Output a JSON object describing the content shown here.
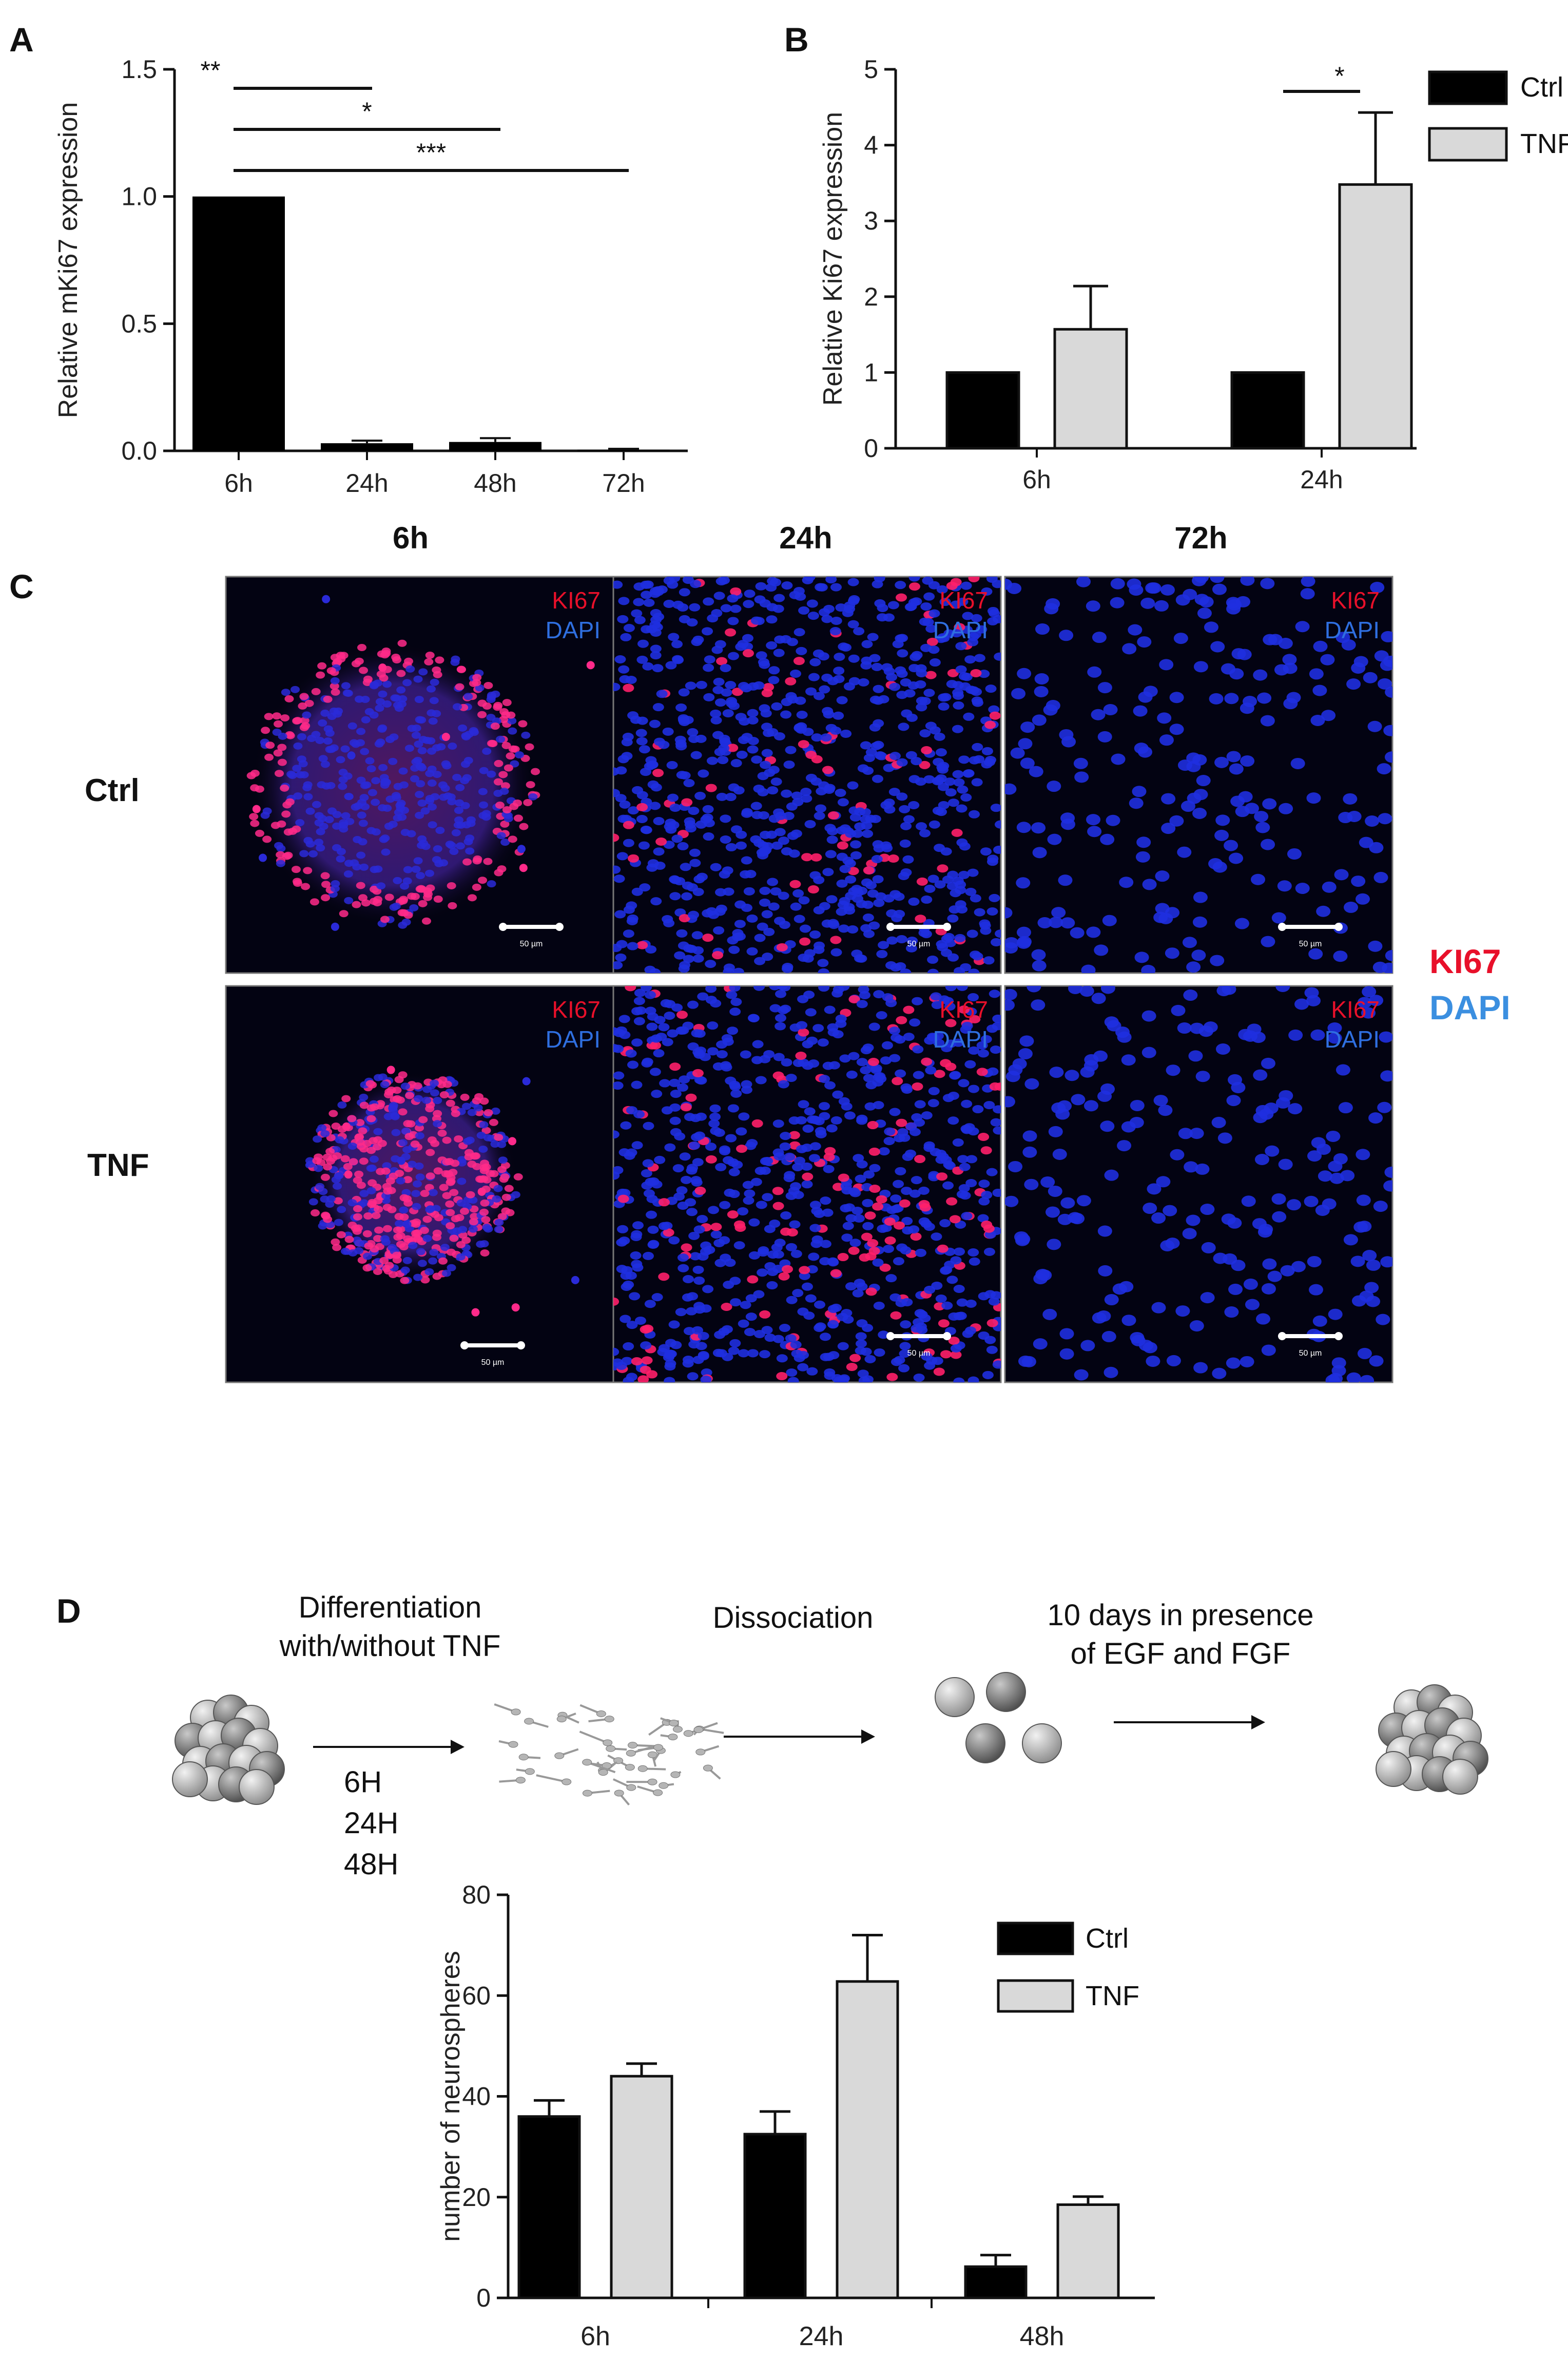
{
  "chart_data": [
    {
      "panel": "A",
      "type": "bar",
      "ylabel": "Relative mKi67 expression",
      "categories": [
        "6h",
        "24h",
        "48h",
        "72h"
      ],
      "values": [
        1.0,
        0.03,
        0.035,
        0.005
      ],
      "errors": [
        0,
        0.01,
        0.015,
        0.003
      ],
      "ylim": [
        0,
        1.5
      ],
      "yticks": [
        "0.0",
        "0.5",
        "1.0",
        "1.5"
      ],
      "significance": [
        {
          "from": "6h",
          "to": "24h",
          "label": "**"
        },
        {
          "from": "6h",
          "to": "48h",
          "label": "*"
        },
        {
          "from": "6h",
          "to": "72h",
          "label": "***"
        }
      ],
      "colors": {
        "bar": "#000000"
      }
    },
    {
      "panel": "B",
      "type": "bar",
      "ylabel": "Relative Ki67 expression",
      "categories": [
        "6h",
        "24h"
      ],
      "series": [
        {
          "name": "Ctrl",
          "values": [
            1.0,
            1.0
          ],
          "errors": [
            0,
            0
          ],
          "color": "#000000"
        },
        {
          "name": "TNF",
          "values": [
            1.57,
            3.48
          ],
          "errors": [
            0.57,
            0.95
          ],
          "color": "#d9d9d9"
        }
      ],
      "ylim": [
        0,
        5
      ],
      "yticks": [
        "0",
        "1",
        "2",
        "3",
        "4",
        "5"
      ],
      "significance": [
        {
          "category": "24h",
          "label": "*"
        }
      ],
      "legend": "top-right"
    },
    {
      "panel": "D",
      "type": "bar",
      "ylabel": "number of neurospheres",
      "categories": [
        "6h",
        "24h",
        "48h"
      ],
      "series": [
        {
          "name": "Ctrl",
          "values": [
            36,
            32.5,
            6.2
          ],
          "errors": [
            3.2,
            4.5,
            2.3
          ],
          "color": "#000000"
        },
        {
          "name": "TNF",
          "values": [
            44,
            62.8,
            18.5
          ],
          "errors": [
            2.5,
            9.2,
            1.6
          ],
          "color": "#d9d9d9"
        }
      ],
      "ylim": [
        0,
        80
      ],
      "yticks": [
        "0",
        "20",
        "40",
        "60",
        "80"
      ],
      "legend": "top-right"
    }
  ],
  "panels": {
    "a": {
      "label": "A"
    },
    "b": {
      "label": "B"
    },
    "c": {
      "label": "C",
      "columns": [
        "6h",
        "24h",
        "72h"
      ],
      "rows": [
        "Ctrl",
        "TNF"
      ],
      "stain_red": "KI67",
      "stain_blue": "DAPI",
      "scale_bar": "50 µm",
      "key_red": "KI67",
      "key_blue": "DAPI",
      "colors": {
        "red": "#e8102a",
        "blue": "#2f6fe0",
        "key_blue": "#3b8fe0"
      }
    },
    "d": {
      "label": "D",
      "step1": [
        "Differentiation",
        "with/without TNF"
      ],
      "step2": "Dissociation",
      "step3": [
        "10 days in presence",
        "of EGF and FGF"
      ],
      "timepoints": [
        "6H",
        "24H",
        "48H"
      ]
    }
  }
}
